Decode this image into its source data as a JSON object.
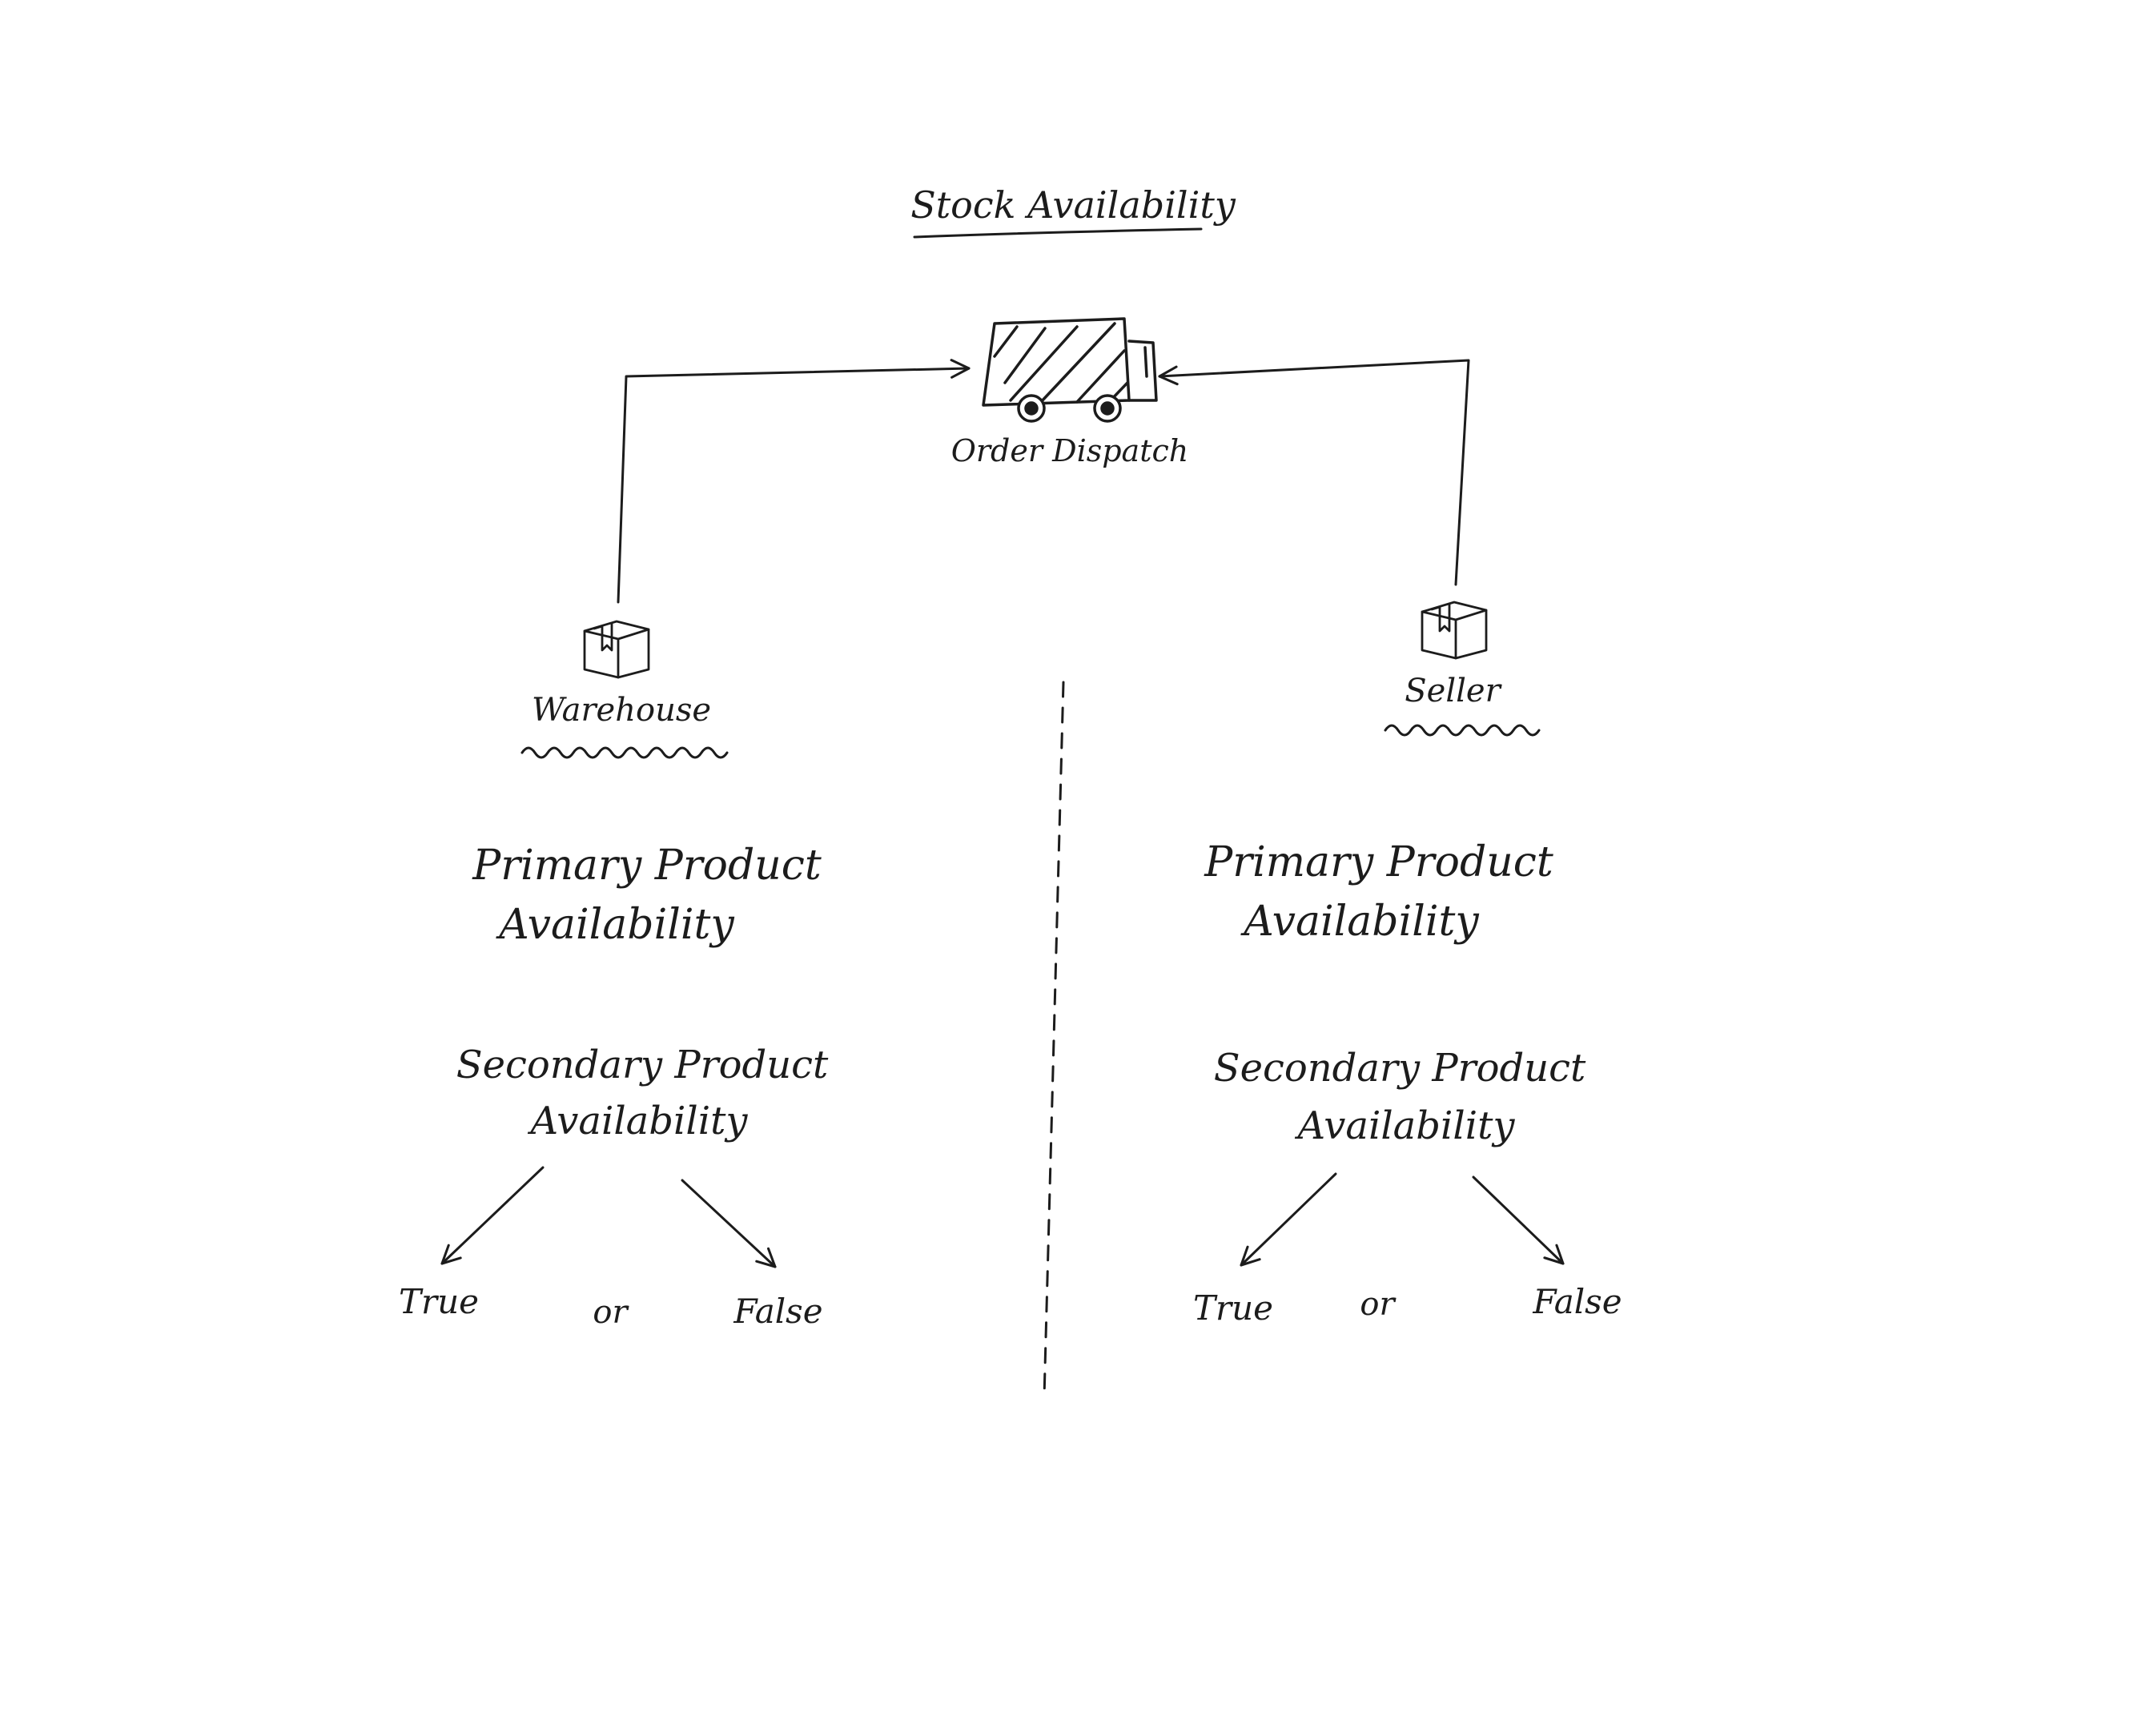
{
  "title": "Stock Availability",
  "dispatch": {
    "label": "Order Dispatch",
    "icon": "truck-icon"
  },
  "warehouse": {
    "label": "Warehouse",
    "icon": "box-icon",
    "primary": [
      "Primary Product",
      "Availability"
    ],
    "secondary": [
      "Secondary Product",
      "Availability"
    ],
    "true_label": "True",
    "or_label": "or",
    "false_label": "False"
  },
  "seller": {
    "label": "Seller",
    "icon": "box-icon",
    "primary": [
      "Primary Product",
      "Availability"
    ],
    "secondary": [
      "Secondary Product",
      "Availability"
    ],
    "true_label": "True",
    "or_label": "or",
    "false_label": "False"
  },
  "colors": {
    "ink": "#1c1c1c",
    "background": "#ffffff"
  }
}
